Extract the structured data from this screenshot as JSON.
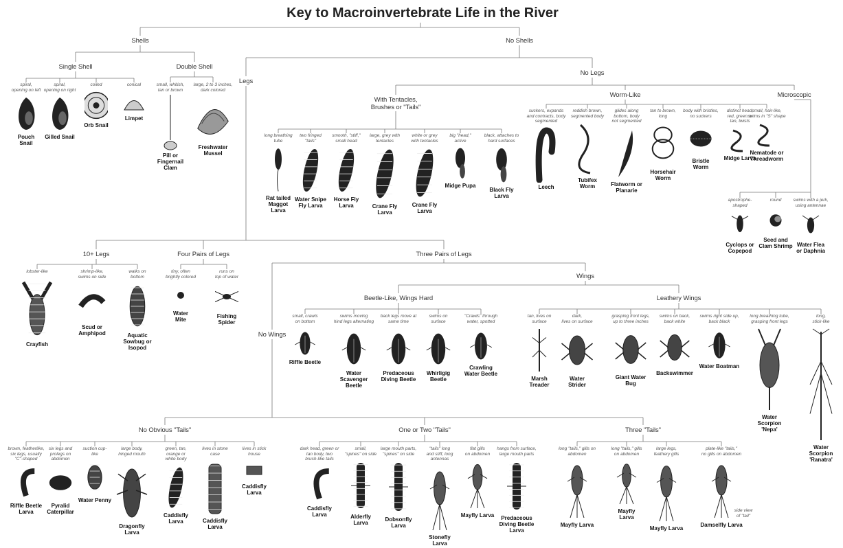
{
  "title": "Key to Macroinvertebrate Life in the River",
  "headers": {
    "shells": "Shells",
    "no_shells": "No Shells",
    "single_shell": "Single Shell",
    "double_shell": "Double Shell",
    "legs": "Legs",
    "no_legs": "No Legs",
    "with_tentacles": "With Tentacles,\nBrushes or \"Tails\"",
    "worm_like": "Worm-Like",
    "microscopic": "Microscopic",
    "ten_legs": "10+ Legs",
    "four_pairs": "Four Pairs of Legs",
    "three_pairs": "Three Pairs of Legs",
    "wings": "Wings",
    "no_wings": "No Wings",
    "beetle_like": "Beetle-Like, Wings Hard",
    "leathery": "Leathery Wings",
    "no_tails": "No Obvious \"Tails\"",
    "one_two_tails": "One or Two \"Tails\"",
    "three_tails": "Three \"Tails\""
  },
  "creatures": [
    {
      "desc": "spiral,\nopening on left",
      "name": "Pouch\nSnail"
    },
    {
      "desc": "spiral,\nopening on right",
      "name": "Gilled Snail"
    },
    {
      "desc": "coiled",
      "name": "Orb Snail"
    },
    {
      "desc": "conical",
      "name": "Limpet"
    },
    {
      "desc": "small, whitish,\ntan or brown",
      "name": "Pill or\nFingernail\nClam"
    },
    {
      "desc": "large, 2 to 3 inches,\ndark colored",
      "name": "Freshwater\nMussel"
    },
    {
      "desc": "long breathing\ntube",
      "name": "Rat tailed\nMaggot\nLarva"
    },
    {
      "desc": "two fringed\n\"tails\"",
      "name": "Water Snipe\nFly Larva"
    },
    {
      "desc": "smooth, \"stiff,\"\nsmall head",
      "name": "Horse Fly\nLarva"
    },
    {
      "desc": "large, grey with\ntentacles",
      "name": "Crane Fly\nLarva"
    },
    {
      "desc": "white or grey\nwith tentacles",
      "name": "Crane Fly\nLarva"
    },
    {
      "desc": "big \"head,\"\nactive",
      "name": "Midge Pupa"
    },
    {
      "desc": "black, attaches to\nhard surfaces",
      "name": "Black Fly\nLarva"
    },
    {
      "desc": "suckers, expands\nand contracts, body\nsegmented",
      "name": "Leech"
    },
    {
      "desc": "reddish brown,\nsegmented body",
      "name": "Tubifex\nWorm"
    },
    {
      "desc": "glides along\nbottom, body\nnot segmented",
      "name": "Flatworm or\nPlanarie"
    },
    {
      "desc": "tan to brown,\nlong",
      "name": "Horsehair\nWorm"
    },
    {
      "desc": "body with bristles,\nno suckers",
      "name": "Bristle\nWorm"
    },
    {
      "desc": "distinct head,\nred, green or\ntan, twists",
      "name": "Midge Larva"
    },
    {
      "desc": "small, hair-like,\nswims in \"S\" shape",
      "name": "Nematode or\nThreadworm"
    },
    {
      "desc": "apostrophe-\nshaped",
      "name": "Cyclops or\nCopepod"
    },
    {
      "desc": "round",
      "name": "Seed and\nClam Shrimp"
    },
    {
      "desc": "swims with a jerk,\nusing antennae",
      "name": "Water Flea\nor Daphnia"
    },
    {
      "desc": "lobster-like",
      "name": "Crayfish"
    },
    {
      "desc": "shrimp-like,\nswims on side",
      "name": "Scud or\nAmphipod"
    },
    {
      "desc": "walks on\nbottom",
      "name": "Aquatic\nSowbug or\nIsopod"
    },
    {
      "desc": "tiny, often\nbrightly colored",
      "name": "Water\nMite"
    },
    {
      "desc": "runs on\ntop of water",
      "name": "Fishing\nSpider"
    },
    {
      "desc": "small, crawls\non bottom",
      "name": "Riffle Beetle"
    },
    {
      "desc": "swims moving\nhind legs alternating",
      "name": "Water\nScavenger\nBeetle"
    },
    {
      "desc": "back legs move at\nsame time",
      "name": "Predaceous\nDiving Beetle"
    },
    {
      "desc": "swims on\nsurface",
      "name": "Whirligig\nBeetle"
    },
    {
      "desc": "\"Crawls\" through\nwater, spotted",
      "name": "Crawling\nWater Beetle"
    },
    {
      "desc": "tan, lives on\nsurface",
      "name": "Marsh\nTreader"
    },
    {
      "desc": "dark,\nlives on surface",
      "name": "Water\nStrider"
    },
    {
      "desc": "grasping front legs,\nup to three inches",
      "name": "Giant Water\nBug"
    },
    {
      "desc": "swims on back,\nback white",
      "name": "Backswimmer"
    },
    {
      "desc": "swims right side up,\nback black",
      "name": "Water Boatman"
    },
    {
      "desc": "long breathing tube,\ngrasping front legs",
      "name": "Water\nScorpion\n'Nepa'"
    },
    {
      "desc": "long,\nstick-like",
      "name": "Water\nScorpion\n'Ranatra'"
    },
    {
      "desc": "brown, featherlike,\nsix legs, usually\n\"C\"-shaped",
      "name": "Riffle Beetle\nLarva"
    },
    {
      "desc": "six legs and\nprolegs on\nabdomen",
      "name": "Pyralid\nCaterpillar"
    },
    {
      "desc": "suction cup-\nlike",
      "name": "Water Penny"
    },
    {
      "desc": "large body,\nhinged mouth",
      "name": "Dragonfly\nLarva"
    },
    {
      "desc": "green, tan,\norange or\nwhite body",
      "name": "Caddisfly\nLarva"
    },
    {
      "desc": "lives in stone\ncase",
      "name": "Caddisfly\nLarva"
    },
    {
      "desc": "lives in stick\nhouse",
      "name": "Caddisfly\nLarva"
    },
    {
      "desc": "dark head, green or\ntan body, two\nbrush-like tails",
      "name": "Caddisfly\nLarva"
    },
    {
      "desc": "small,\n\"spines\" on side",
      "name": "Alderfly\nLarva"
    },
    {
      "desc": "large mouth parts,\n\"spines\" on side",
      "name": "Dobsonfly\nLarva"
    },
    {
      "desc": "\"tails\" long\nand stiff, long\nantennas",
      "name": "Stonefly\nLarva"
    },
    {
      "desc": "flat gills\non abdomen",
      "name": "Mayfly Larva"
    },
    {
      "desc": "hangs from surface,\nlarge mouth parts",
      "name": "Predaceous\nDiving Beetle\nLarva"
    },
    {
      "desc": "long \"tails,\" gills on\nabdomen",
      "name": "Mayfly Larva"
    },
    {
      "desc": "long \"tails,\" gills\non abdomen",
      "name": "Mayfly\nLarva"
    },
    {
      "desc": "large legs,\nfeathery gills",
      "name": "Mayfly Larva"
    },
    {
      "desc": "plate-like \"tails,\"\nno gills on abdomen",
      "name": "Damselfly Larva"
    }
  ],
  "side_note": "side view\nof \"tail\""
}
